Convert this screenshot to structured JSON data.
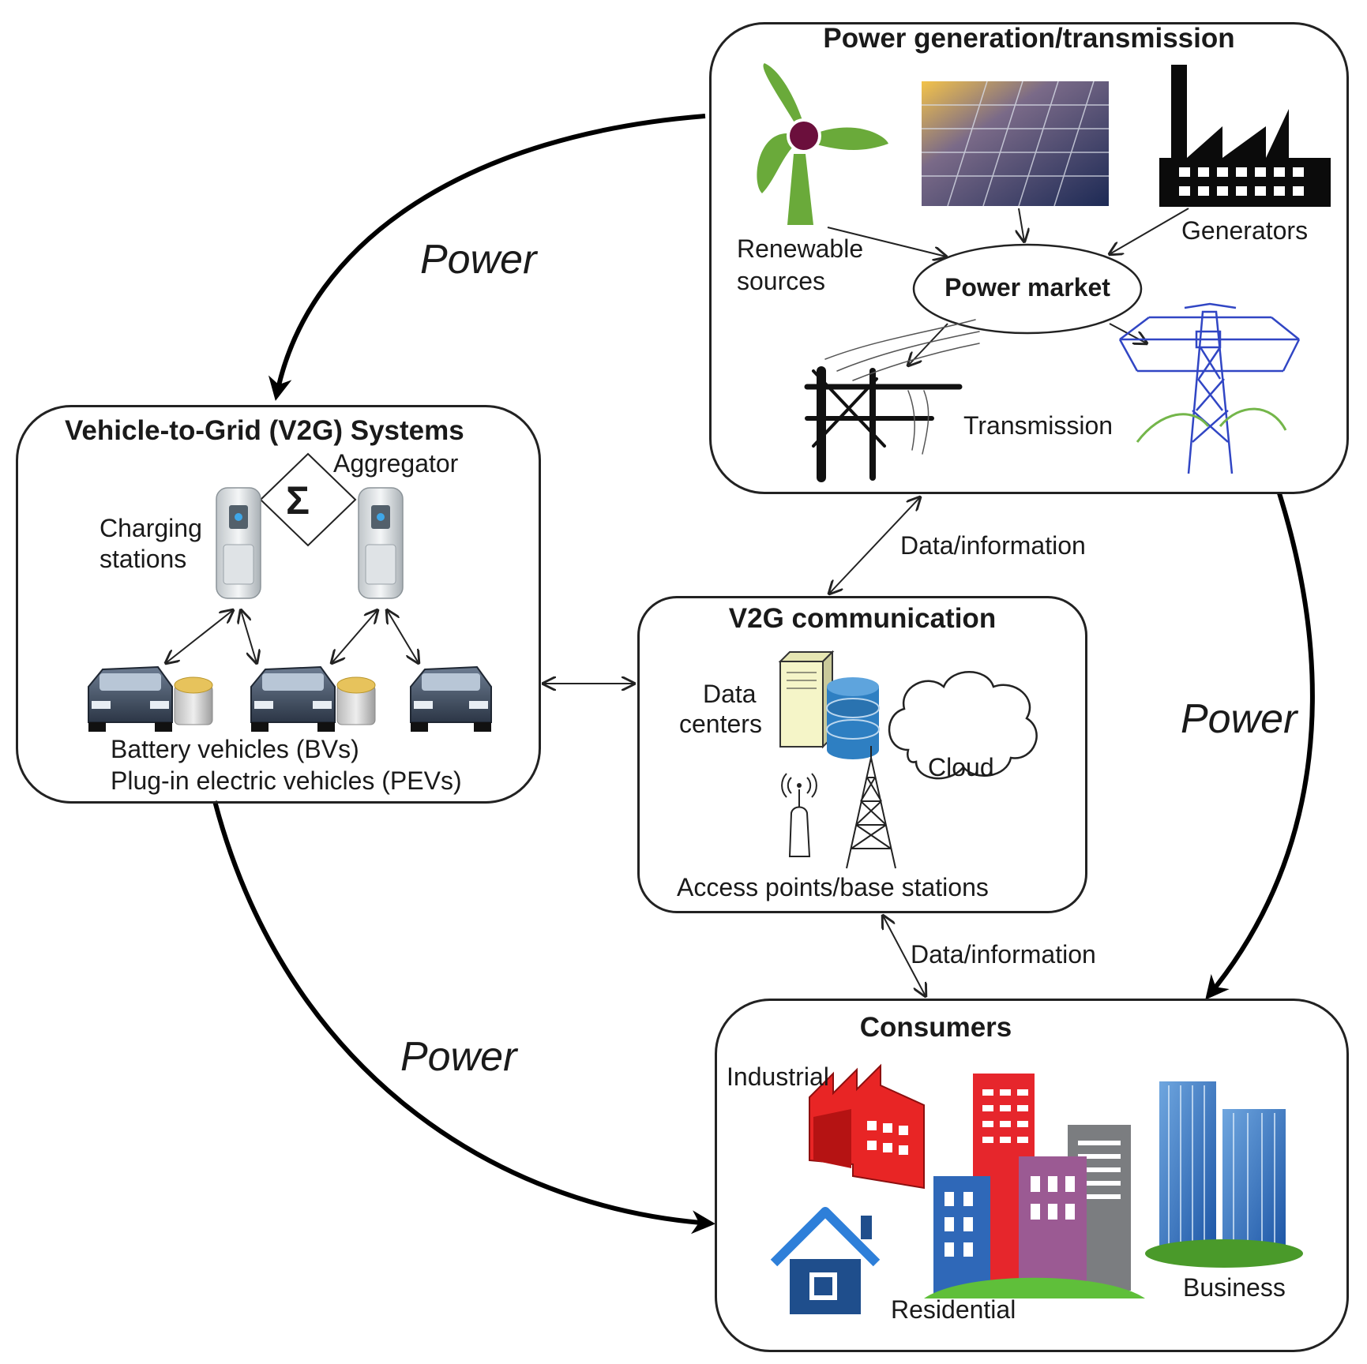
{
  "flows": {
    "power_gen_to_v2g": "Power",
    "power_gen_to_consumers": "Power",
    "power_v2g_to_consumers": "Power",
    "data_gen_comm": "Data/information",
    "data_comm_consumers": "Data/information"
  },
  "power_generation": {
    "title": "Power generation/transmission",
    "renewable_line1": "Renewable",
    "renewable_line2": "sources",
    "generators": "Generators",
    "power_market": "Power market",
    "transmission": "Transmission"
  },
  "v2g_systems": {
    "title": "Vehicle-to-Grid (V2G) Systems",
    "aggregator": "Aggregator",
    "aggregator_symbol": "Σ",
    "charging_line1": "Charging",
    "charging_line2": "stations",
    "bvs": "Battery vehicles (BVs)",
    "pevs": "Plug-in electric vehicles (PEVs)"
  },
  "v2g_communication": {
    "title": "V2G communication",
    "data_line1": "Data",
    "data_line2": "centers",
    "cloud": "Cloud",
    "access_points": "Access points/base stations"
  },
  "consumers": {
    "title": "Consumers",
    "industrial": "Industrial",
    "residential": "Residential",
    "business": "Business"
  }
}
